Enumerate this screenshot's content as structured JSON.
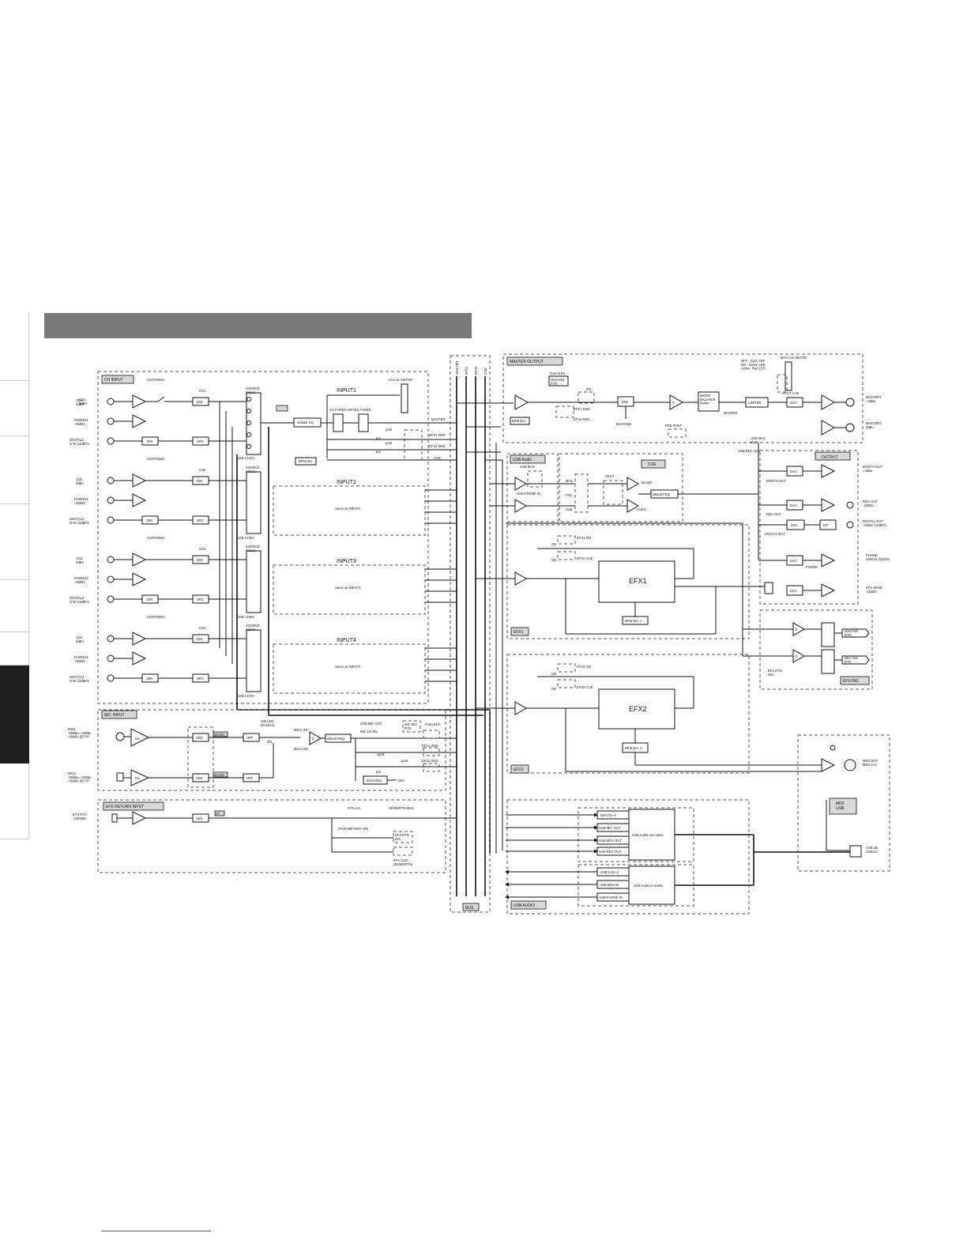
{
  "side_tabs": {
    "count": 8,
    "active_index": 6
  },
  "sections": {
    "ch_input": "CH INPUT",
    "mic_input": "MIC INPUT",
    "efx_return_input": "EFX RETURN INPUT",
    "master_output": "MASTER OUTPUT",
    "usb_audio_top": "USB Audio",
    "cue": "CUE",
    "output": "OUTPUT",
    "efx_ins": "EFX INS",
    "efx1_tag": "EFX1",
    "efx2_tag": "EFX2",
    "usb_audio_bottom": "USB AUDIO",
    "bus": "BUS",
    "midi_usb": "MIDI\nUSB"
  },
  "bus_lines": [
    "MASTER",
    "EFX1",
    "EFX2",
    "CUE"
  ],
  "channels": [
    {
      "label": "CH1",
      "usb": "USB CH1/2",
      "inputs": [
        "CD1\n0dBV",
        "PHONO1\n-40dBV",
        "DIGITAL1\n0/-6/-12dBFS"
      ]
    },
    {
      "label": "CH2",
      "usb": "USB CH3/4",
      "inputs": [
        "CD2\n0dBV",
        "PHONO2\n-40dBV",
        "DIGITAL2\n0/-6/-12dBFS"
      ]
    },
    {
      "label": "CH3",
      "usb": "USB CH5/6",
      "inputs": [
        "CD3\n0dBV",
        "PHONO3\n-40dBV",
        "DIGITAL3\n0/-6/-12dBFS"
      ]
    },
    {
      "label": "CH4",
      "usb": "USB CH7/8",
      "inputs": [
        "CD4\n0dBV",
        "PHONO4\n-40dBV",
        "DIGITAL4\n0/-6/-12dBFS"
      ]
    }
  ],
  "labels": {
    "cd_phono": "CD/PHONO",
    "source_select": "SOURCE\nSelect",
    "adc": "ADC",
    "dir": "DIR",
    "src": "SRC",
    "dac": "DAC",
    "dit": "DIT",
    "st": "ST",
    "isolator_eq": "Isolator EQ",
    "bpm_det": "BPM Det.",
    "ch_fader_cross_fader": "CH FADER  CROSS FADER",
    "ch_lvl_meter": "CH LVL METER",
    "input1": "INPUT1",
    "input2": "INPUT2",
    "input3": "INPUT3",
    "input4": "INPUT4",
    "same_as_input1": "Same as INPUT1",
    "master": "MASTER",
    "efx1_snd": "EFX1 SND",
    "efx2_snd": "EFX2 SND",
    "cue": "CUE",
    "post": "post",
    "pre": "pre",
    "mic1": "MIC1\n-60dBu~-20dBu\n-40dBu @TYP",
    "mic2": "MIC2\n-60dBu~-20dBu\n-40dBu @TYP",
    "ha": "HA",
    "mono": "MONO",
    "hpf": "HPF",
    "sr_led": "S/R LED\n(Custom)",
    "on": "ON",
    "off": "OFF",
    "mic1_on": "MIC1 ON",
    "mic2_on": "MIC2 ON",
    "two_band_peq": "2Band PEQ",
    "usb_mic_out": "USB MIC OUT",
    "mic_level": "MIC LEVEL",
    "mic_ins_rtn": "MIC INS\nRTN",
    "from_efx": "From EFX",
    "efx1_snd_box": "EFX1 SND",
    "efx2_snd_box": "EFX2 SND",
    "ducking": "DUCKING",
    "dim": "DIM",
    "efx_rtn": "EFX RTN\n-10/0dBV",
    "rtn_lvl": "RTN LVL",
    "parameters_vr": "(PARAMETERS VR)",
    "send_rtn_mas": "SEND/RTN MAS",
    "efx_rtn_ins": "EFX RTN\nINS",
    "efx_cue": "EFX CUE\n(SEND/RTN)",
    "mas_ins_rtn": "MAS INS\nRTN",
    "bpm_det_top": "BPM Det.",
    "efx1_snd_m": "EFX1 SND",
    "efx2_snd_m": "EFX2 SND",
    "mono_balance": "MONO\nBALANCE\nMatrix",
    "master_knob": "MASTER",
    "limiter": "LIMITER",
    "mas_lvl_meter": "MAS LVL METER",
    "led_legend": "OFF    : Sync OFF\nON     : Green LED\nActive: Red LED",
    "split_cue": "SPLIT CUE",
    "pre_post": "PRE     POST",
    "usb_mas": "USB MAS\nOUT",
    "usb_rec_out": "USB REC OUT",
    "master1": "MASTER1\n+4dBu",
    "master2": "MASTER2\n0dBu",
    "usb_mas_small": "USB MAS",
    "usb_phone_in": "USB PHONE IN",
    "mas": "MAS",
    "split": "SPLIT",
    "pan": "PAN",
    "cue_sm": "CUE",
    "mas_r": "MAS/R",
    "cue_l": "CUE/L",
    "three_band_peq": "3Band PEQ",
    "booth_out_knob": "BOOTH OUT",
    "rec_out_knob": "REC OUT",
    "digital_out_knob": "DIGITAL OUT",
    "phone_knob": "PHONE",
    "booth_out": "BOOTH OUT\n+4dBu",
    "rec_out": "REC OUT\n-10dBV",
    "digital_out": "DIGITAL OUT\n+6dBu/-12dBFS",
    "phone": "PHONE\n400mW @4ohm",
    "efx_send": "EFX SEND\n-10dBV",
    "efx1_on": "EFX1 ON",
    "efx1_cue": "EFX1 CUE",
    "efx2_on": "EFX2 ON",
    "efx2_cue": "EFX2 CUE",
    "efx1": "EFX1",
    "efx2": "EFX2",
    "bpm_det1": "BPM Det. 1",
    "bpm_det2": "BPM Det. 2",
    "mas_ins_rtn_out": "MAS INS\nRTN",
    "rec_ins_rtn": "REC INS\nRTN",
    "efx_rtn_ins_l": "EFX RTN\nINS",
    "midi_out": "MIDI OUT\nMIDI CLK",
    "usb2": "USB 2B\nUSB2.0",
    "input1_4": "INPUT1~4",
    "usb_mic_out_box": "USB MIC OUT",
    "usb_mas_out": "USB MAS OUT",
    "usb_rec_out_box": "USB REC OUT",
    "usb_out_matrix": "USB Audio out matrix",
    "usb_ch1_4": "USB CH1~4",
    "usb_mas_in": "USB MAS IN",
    "usb_phone_in_box": "USB PHONE IN",
    "usb_in_matrix": "USB Audio in matrix"
  }
}
